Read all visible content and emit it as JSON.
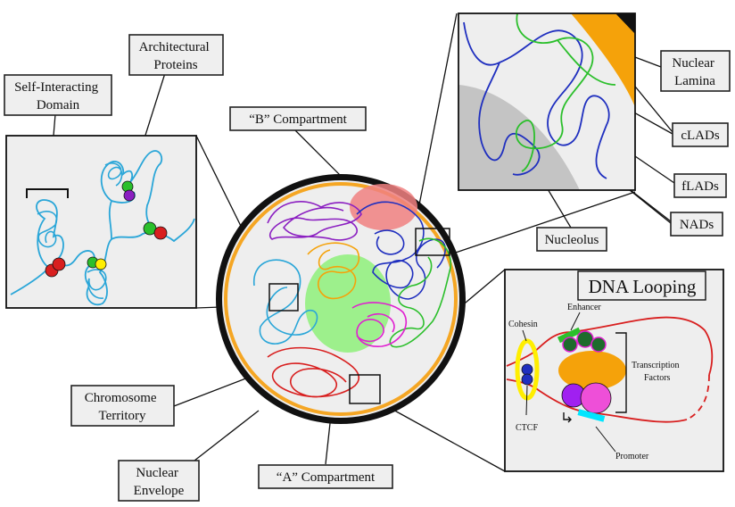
{
  "labels": {
    "self_interacting_domain": [
      "Self-Interacting",
      "Domain"
    ],
    "architectural_proteins": [
      "Architectural",
      "Proteins"
    ],
    "b_compartment": "“B” Compartment",
    "a_compartment": "“A” Compartment",
    "chromosome_territory": [
      "Chromosome",
      "Territory"
    ],
    "nuclear_envelope": [
      "Nuclear",
      "Envelope"
    ],
    "nuclear_lamina": [
      "Nuclear",
      "Lamina"
    ],
    "clads": "cLADs",
    "flads": "fLADs",
    "nads": "NADs",
    "nucleolus": "Nucleolus",
    "dna_looping": "DNA Looping",
    "cohesin": "Cohesin",
    "ctcf": "CTCF",
    "enhancer": "Enhancer",
    "transcription_factors": [
      "Transcription",
      "Factors"
    ],
    "promoter": "Promoter"
  },
  "colors": {
    "envelope": "#111111",
    "lamina": "#f5a623",
    "nucleoplasm": "#eeeeee",
    "chromatin_purple": "#8b1fc1",
    "chromatin_blue": "#1f2fbf",
    "chromatin_green": "#2bbf2b",
    "chromatin_orange": "#f5a20a",
    "chromatin_cyan": "#2aa6d8",
    "chromatin_magenta": "#e01fd0",
    "chromatin_red": "#d81f1f",
    "b_compartment_fill": "#f08080",
    "a_compartment_fill": "#8ef07a",
    "nucleolus_fill": "#c8c8c8",
    "ctcf": "#1f2fbf",
    "cohesin": "#ffee00",
    "enhancer": "#1e6b2c",
    "tf_orange": "#f5a20a",
    "tf_purple": "#a020f0",
    "tf_pink": "#ee4fd8",
    "promoter": "#00e5ff"
  }
}
